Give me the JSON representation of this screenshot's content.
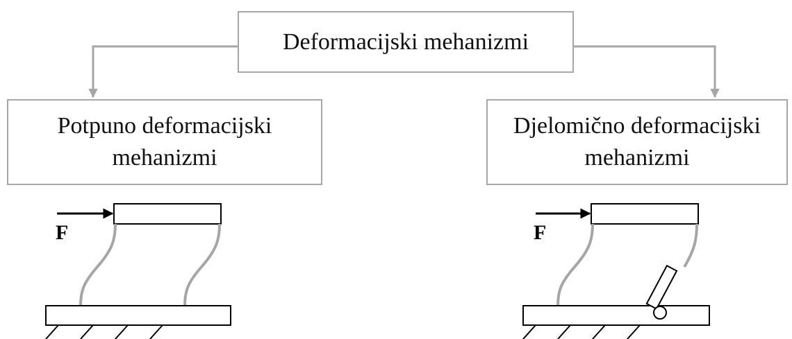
{
  "diagram": {
    "root": {
      "label": "Deformacijski mehanizmi"
    },
    "branches": [
      {
        "id": "full",
        "label_lines": [
          "Potpuno deformacijski",
          "mehanizmi"
        ],
        "force_label": "F"
      },
      {
        "id": "partial",
        "label_lines": [
          "Djelomično deformacijski",
          "mehanizmi"
        ],
        "force_label": "F"
      }
    ],
    "colors": {
      "connector": "#a6a6a6",
      "box_border": "#a6a6a6",
      "flexure": "#a6a6a6",
      "mechanism_outline": "#000000",
      "text": "#111111"
    }
  }
}
